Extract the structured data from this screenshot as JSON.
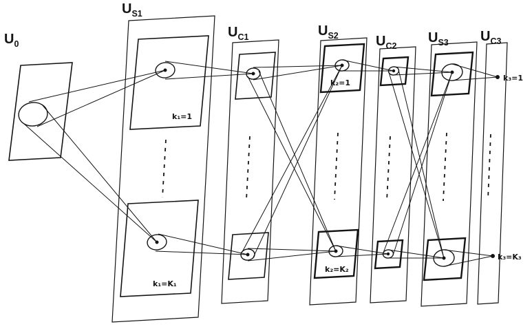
{
  "layers": {
    "u0": {
      "base": "U",
      "sub": "0"
    },
    "us1": {
      "base": "U",
      "sub": "S1",
      "plane_top_label": "k₁=1",
      "plane_bottom_label": "k₁=K₁"
    },
    "uc1": {
      "base": "U",
      "sub": "C1"
    },
    "us2": {
      "base": "U",
      "sub": "S2",
      "plane_top_label": "k₂=1",
      "plane_bottom_label": "k₂=K₂"
    },
    "uc2": {
      "base": "U",
      "sub": "C2"
    },
    "us3": {
      "base": "U",
      "sub": "S3"
    },
    "uc3": {
      "base": "U",
      "sub": "C3",
      "cell_top_label": "k₃=1",
      "cell_bottom_label": "k₃=K₃"
    }
  },
  "colors": {
    "ink": "#141414",
    "background": "#ffffff"
  },
  "connections": [
    "U0 -> US1(k1=1)",
    "U0 -> US1(k1=K1)",
    "US1(k1=1) -> UC1(top)",
    "US1(k1=K1) -> UC1(bottom)",
    "UC1(top) -> US2(k2=1)",
    "UC1(top) -> US2(k2=K2)",
    "UC1(bottom) -> US2(k2=1)",
    "UC1(bottom) -> US2(k2=K2)",
    "US2(k2=1) -> UC2(top)",
    "US2(k2=K2) -> UC2(bottom)",
    "UC2(top) -> US3(top)",
    "UC2(top) -> US3(bottom)",
    "UC2(bottom) -> US3(top)",
    "UC2(bottom) -> US3(bottom)",
    "US3(top) -> UC3(k3=1)",
    "US3(bottom) -> UC3(k3=K3)"
  ]
}
